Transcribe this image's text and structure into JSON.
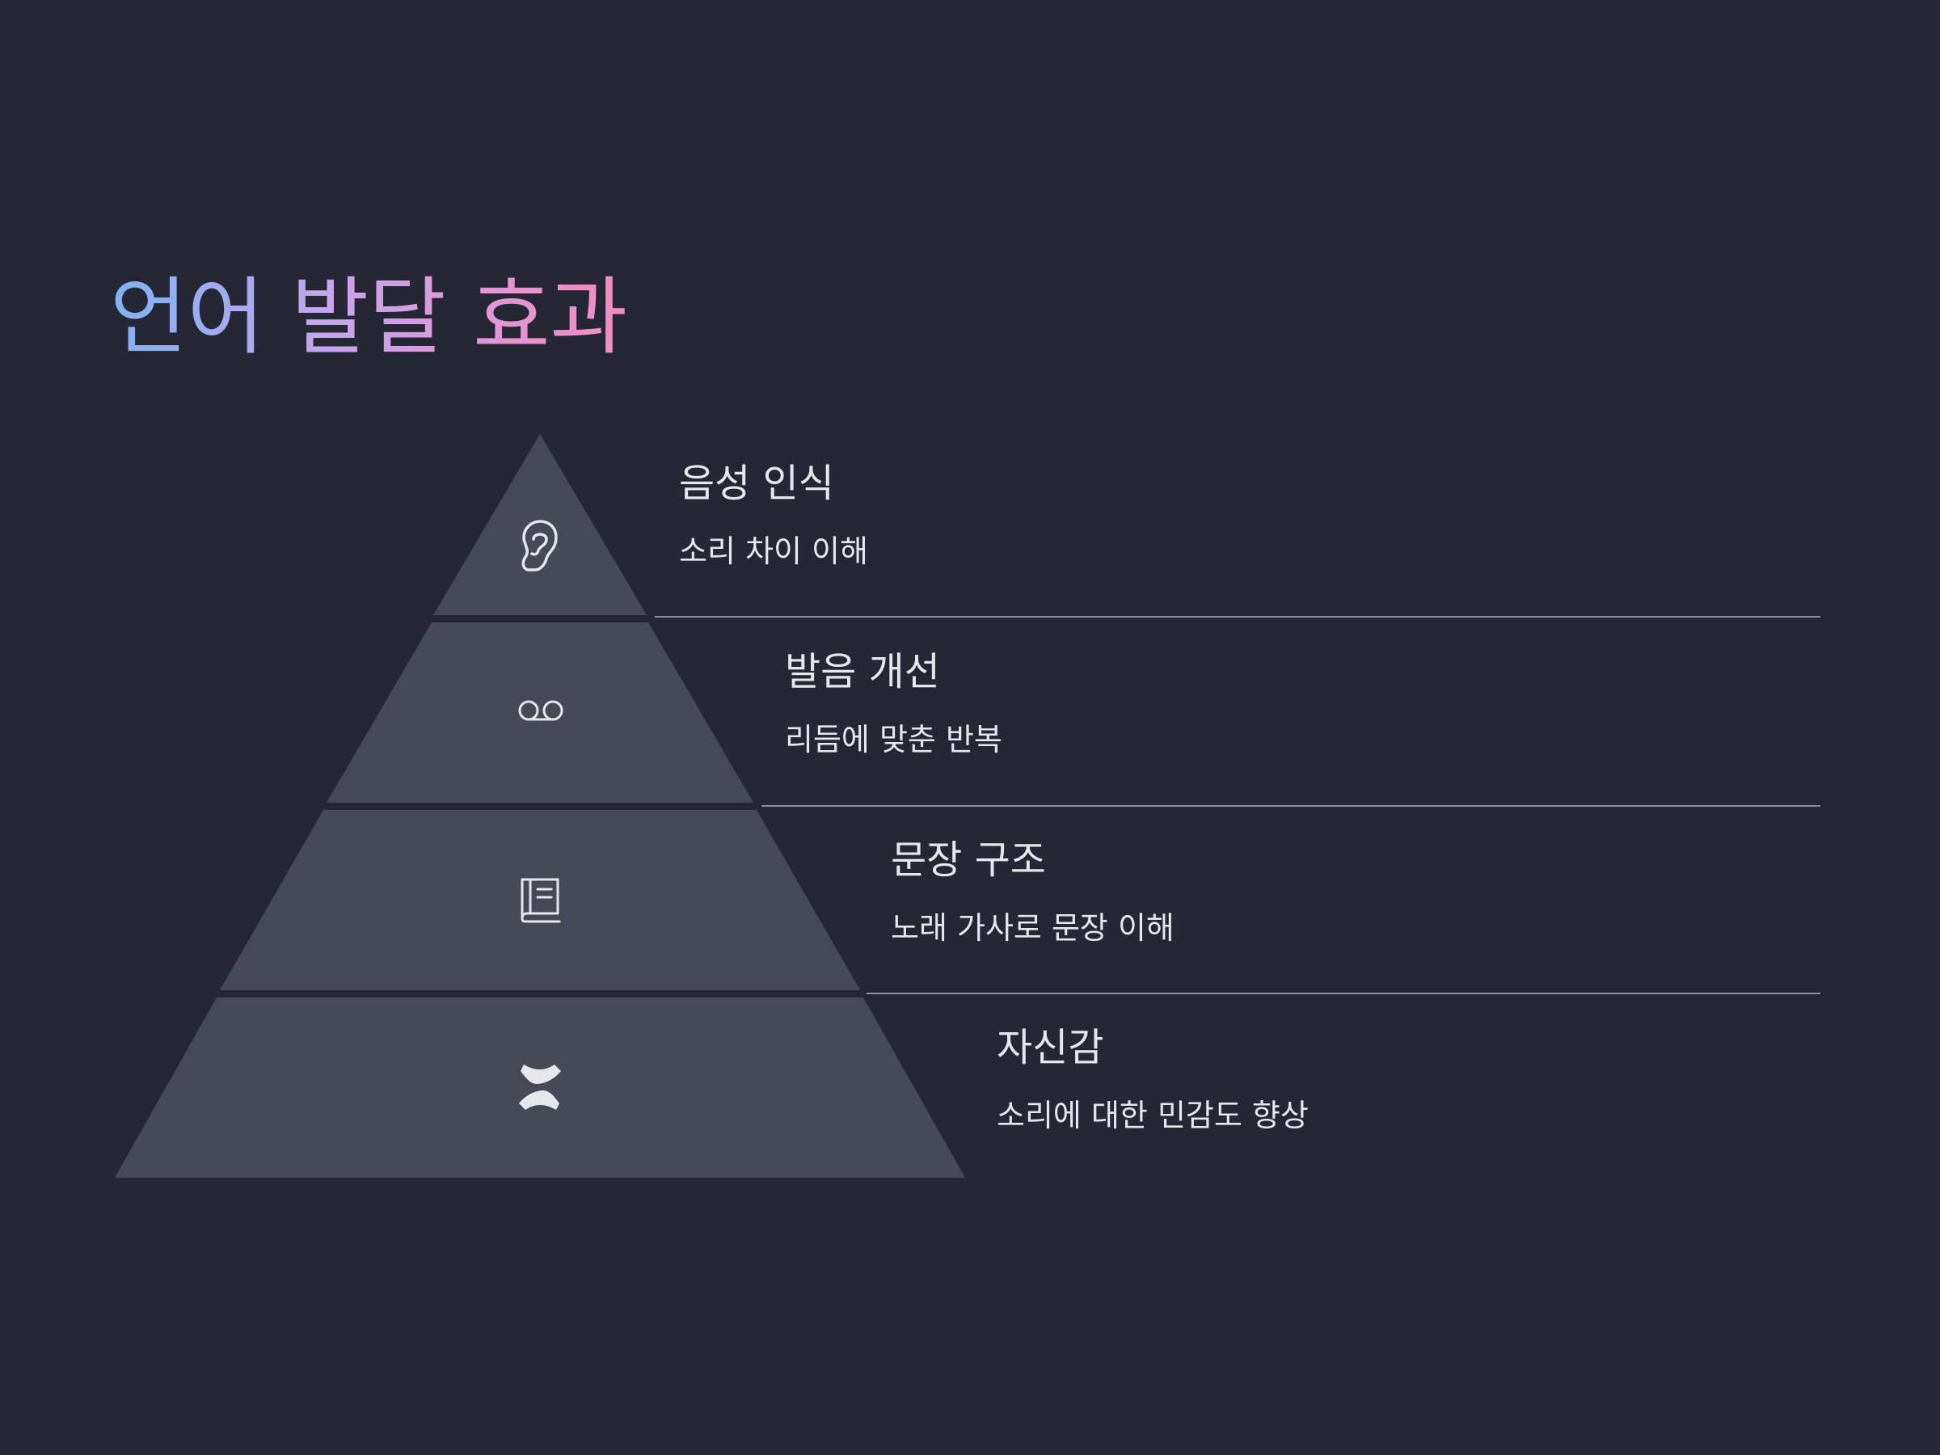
{
  "title": "언어 발달 효과",
  "colors": {
    "background": "#252834",
    "tier_fill": "#464956",
    "separator": "#8c8f9a",
    "text": "#e6e7ec",
    "icon": "#e6e7ec",
    "title_gradient": [
      "#7fb2f5",
      "#c9a4ec",
      "#f48bc0"
    ]
  },
  "tiers": [
    {
      "icon": "ear-icon",
      "heading": "음성 인식",
      "description": "소리 차이 이해"
    },
    {
      "icon": "voicemail-icon",
      "heading": "발음 개선",
      "description": "리듬에 맞춘 반복"
    },
    {
      "icon": "book-icon",
      "heading": "문장 구조",
      "description": "노래 가사로 문장 이해"
    },
    {
      "icon": "confluence-icon",
      "heading": "자신감",
      "description": "소리에 대한 민감도 향상"
    }
  ]
}
